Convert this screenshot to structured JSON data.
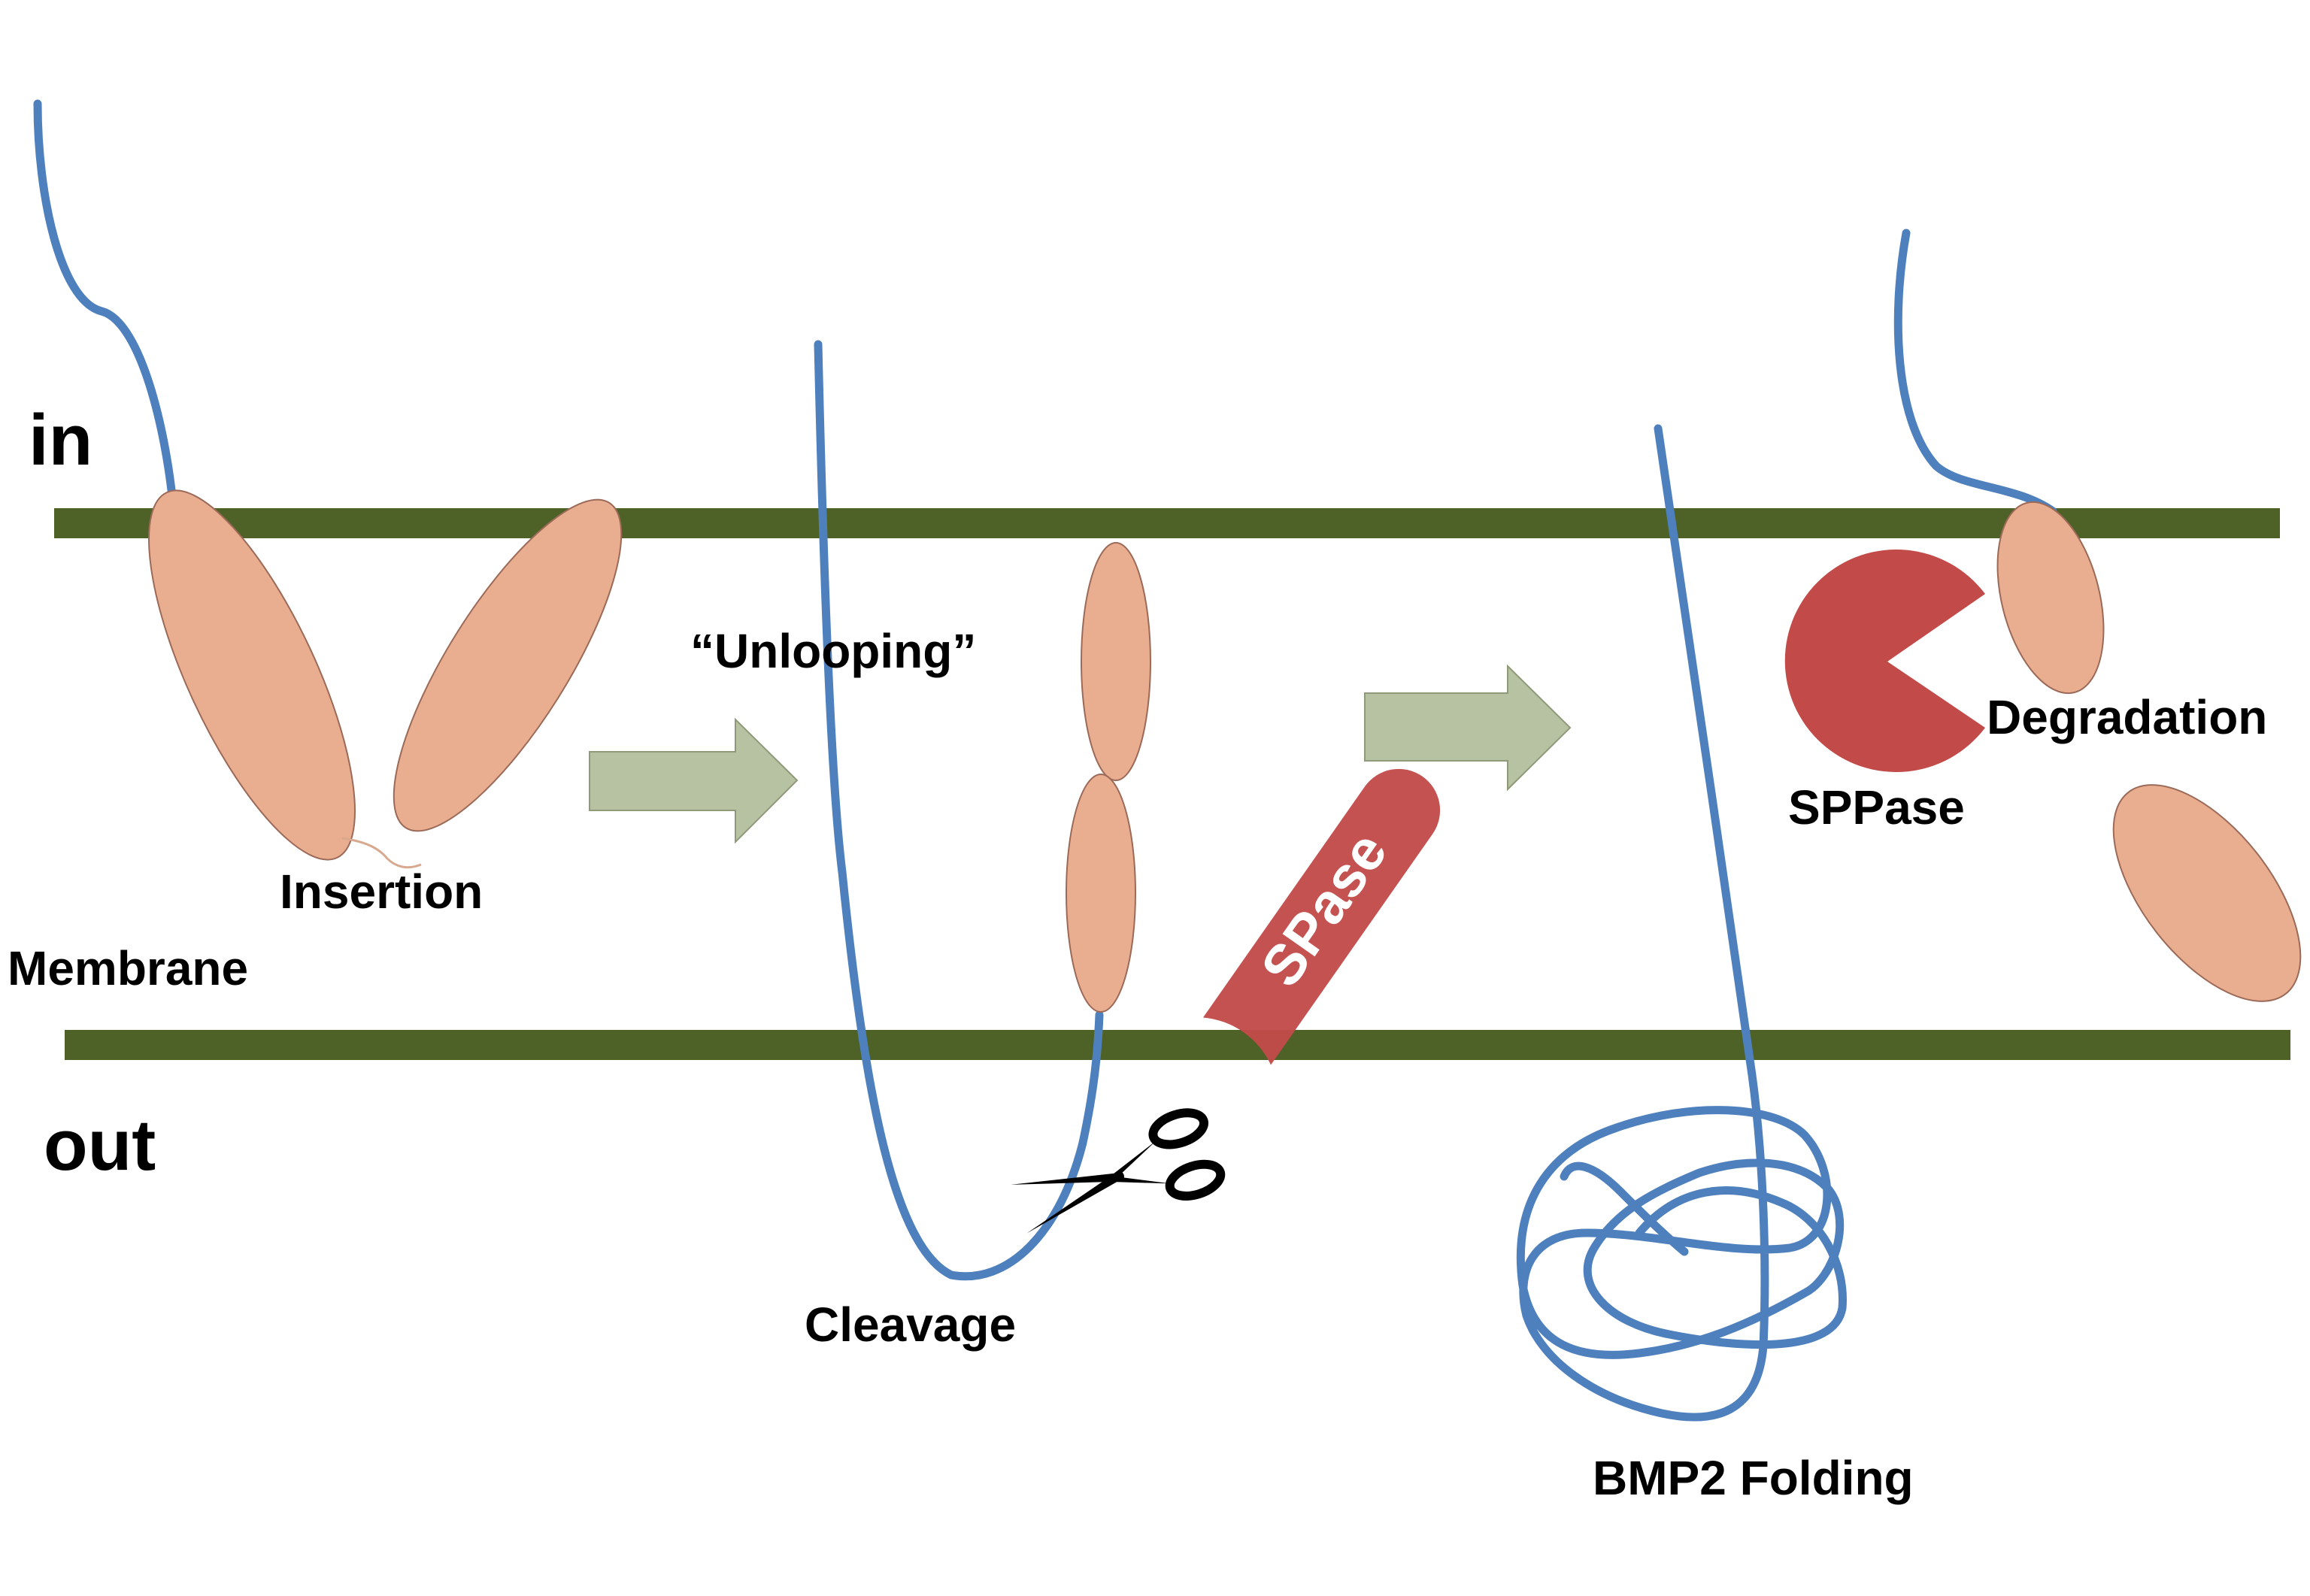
{
  "labels": {
    "inside": "in",
    "outside": "out",
    "membrane": "Membrane",
    "insertion": "Insertion",
    "unlooping": "“Unlooping”",
    "cleavage": "Cleavage",
    "spase": "SPase",
    "sppase": "SPPase",
    "degradation": "Degradation",
    "folding": "BMP2 Folding"
  },
  "icons": {
    "scissors": "scissors-icon"
  },
  "colors": {
    "membrane": "#4e6127",
    "chain": "#4e80bd",
    "helix": "#e9ad8f",
    "enzyme": "#c24b4a",
    "arrow": "#b7c2a2"
  }
}
